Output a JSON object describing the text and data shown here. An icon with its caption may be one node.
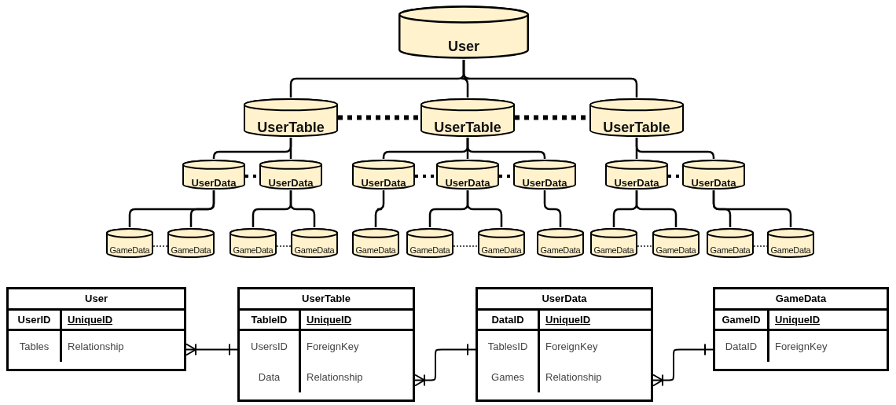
{
  "diagram": {
    "nodes": [
      {
        "text": [
          "User"
        ]
      },
      {
        "text": [
          "UserTable"
        ]
      },
      {
        "text": [
          "UserTable"
        ]
      },
      {
        "text": [
          "UserTable"
        ]
      },
      {
        "text": [
          "UserData"
        ]
      },
      {
        "text": [
          "UserData"
        ]
      },
      {
        "text": [
          "UserData"
        ]
      },
      {
        "text": [
          "UserData"
        ]
      },
      {
        "text": [
          "UserData"
        ]
      },
      {
        "text": [
          "UserData"
        ]
      },
      {
        "text": [
          "UserData"
        ]
      },
      {
        "text": [
          "GameData"
        ]
      },
      {
        "text": [
          "GameData"
        ]
      },
      {
        "text": [
          "GameData"
        ]
      },
      {
        "text": [
          "GameData"
        ]
      },
      {
        "text": [
          "GameData"
        ]
      },
      {
        "text": [
          "GameData"
        ]
      },
      {
        "text": [
          "GameData"
        ]
      },
      {
        "text": [
          "GameData"
        ]
      },
      {
        "text": [
          "GameData"
        ]
      },
      {
        "text": [
          "GameData"
        ]
      },
      {
        "text": [
          "GameData"
        ]
      },
      {
        "text": [
          "GameData"
        ]
      },
      {
        "text": [
          "User",
          "UserID",
          "UniqueID",
          "Tables",
          "Relationship"
        ]
      },
      {
        "text": [
          "UserTable",
          "TableID",
          "UniqueID",
          "UsersID",
          "ForeignKey",
          "Data",
          "Relationship"
        ]
      },
      {
        "text": [
          "UserData",
          "DataID",
          "UniqueID",
          "TablesID",
          "ForeignKey",
          "Games",
          "Relationship"
        ]
      },
      {
        "text": [
          "GameData",
          "GameID",
          "UniqueID",
          "DataID",
          "ForeignKey"
        ]
      }
    ],
    "edges": [
      {
        "from": 0,
        "to": 1,
        "arrow": "none"
      },
      {
        "from": 0,
        "to": 2,
        "arrow": "none"
      },
      {
        "from": 0,
        "to": 3,
        "arrow": "none"
      },
      {
        "from": 1,
        "to": 4,
        "arrow": "none"
      },
      {
        "from": 1,
        "to": 5,
        "arrow": "none"
      },
      {
        "from": 2,
        "to": 6,
        "arrow": "none"
      },
      {
        "from": 2,
        "to": 7,
        "arrow": "none"
      },
      {
        "from": 2,
        "to": 8,
        "arrow": "none"
      },
      {
        "from": 3,
        "to": 9,
        "arrow": "none"
      },
      {
        "from": 3,
        "to": 10,
        "arrow": "none"
      },
      {
        "from": 4,
        "to": 11,
        "arrow": "none"
      },
      {
        "from": 4,
        "to": 12,
        "arrow": "none"
      },
      {
        "from": 5,
        "to": 13,
        "arrow": "none"
      },
      {
        "from": 5,
        "to": 14,
        "arrow": "none"
      },
      {
        "from": 6,
        "to": 15,
        "arrow": "none"
      },
      {
        "from": 7,
        "to": 16,
        "arrow": "none"
      },
      {
        "from": 7,
        "to": 17,
        "arrow": "none"
      },
      {
        "from": 8,
        "to": 18,
        "arrow": "none"
      },
      {
        "from": 9,
        "to": 19,
        "arrow": "none"
      },
      {
        "from": 9,
        "to": 20,
        "arrow": "none"
      },
      {
        "from": 10,
        "to": 21,
        "arrow": "none"
      },
      {
        "from": 10,
        "to": 22,
        "arrow": "none"
      },
      {
        "from": 1,
        "to": 2,
        "arrow": "none",
        "style": "dashed"
      },
      {
        "from": 2,
        "to": 3,
        "arrow": "none",
        "style": "dashed"
      },
      {
        "from": 4,
        "to": 5,
        "arrow": "none",
        "style": "dashed"
      },
      {
        "from": 6,
        "to": 7,
        "arrow": "none",
        "style": "dashed"
      },
      {
        "from": 7,
        "to": 8,
        "arrow": "none",
        "style": "dashed"
      },
      {
        "from": 9,
        "to": 10,
        "arrow": "none",
        "style": "dashed"
      },
      {
        "from": 11,
        "to": 12,
        "arrow": "none",
        "style": "dashed"
      },
      {
        "from": 13,
        "to": 14,
        "arrow": "none",
        "style": "dashed"
      },
      {
        "from": 16,
        "to": 17,
        "arrow": "none",
        "style": "dashed"
      },
      {
        "from": 19,
        "to": 20,
        "arrow": "none",
        "style": "dashed"
      },
      {
        "from": 21,
        "to": 22,
        "arrow": "none",
        "style": "dashed"
      },
      {
        "from": 23,
        "to": 24,
        "arrow": "other"
      },
      {
        "from": 24,
        "to": 25,
        "arrow": "other"
      },
      {
        "from": 25,
        "to": 26,
        "arrow": "other"
      }
    ]
  }
}
